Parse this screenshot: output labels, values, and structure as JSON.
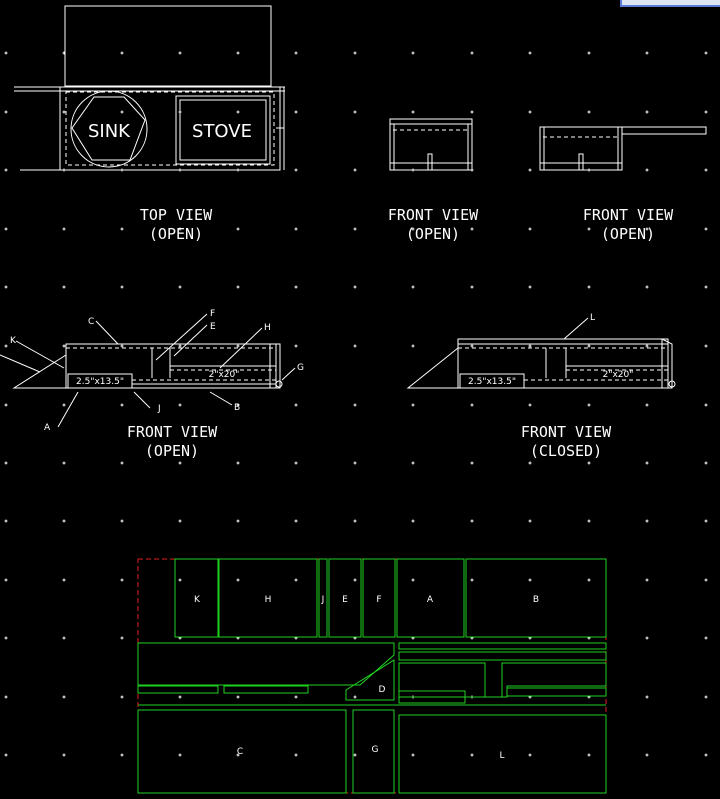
{
  "labels": {
    "top_view": [
      "TOP VIEW",
      "(OPEN)"
    ],
    "front_view_open_1": [
      "FRONT VIEW",
      "(OPEN)"
    ],
    "front_view_open_2": [
      "FRONT VIEW",
      "(OPEN)"
    ],
    "front_view_open_3": [
      "FRONT VIEW",
      "(OPEN)"
    ],
    "front_view_closed": [
      "FRONT VIEW",
      "(CLOSED)"
    ],
    "sink": "SINK",
    "stove": "STOVE",
    "dim_box": "2.5\"x13.5\"",
    "dim_gap": "2\"x20\"",
    "callouts": [
      "A",
      "B",
      "C",
      "E",
      "F",
      "G",
      "H",
      "J",
      "K"
    ],
    "callout_L": "L"
  },
  "cutting_layout": {
    "parts": [
      "K",
      "H",
      "J",
      "E",
      "F",
      "A",
      "B",
      "D",
      "C",
      "G",
      "L"
    ]
  },
  "colors": {
    "background": "#000000",
    "lines": "#ffffff",
    "parts": "#1fd11f",
    "sheet_edge": "#e02020"
  }
}
